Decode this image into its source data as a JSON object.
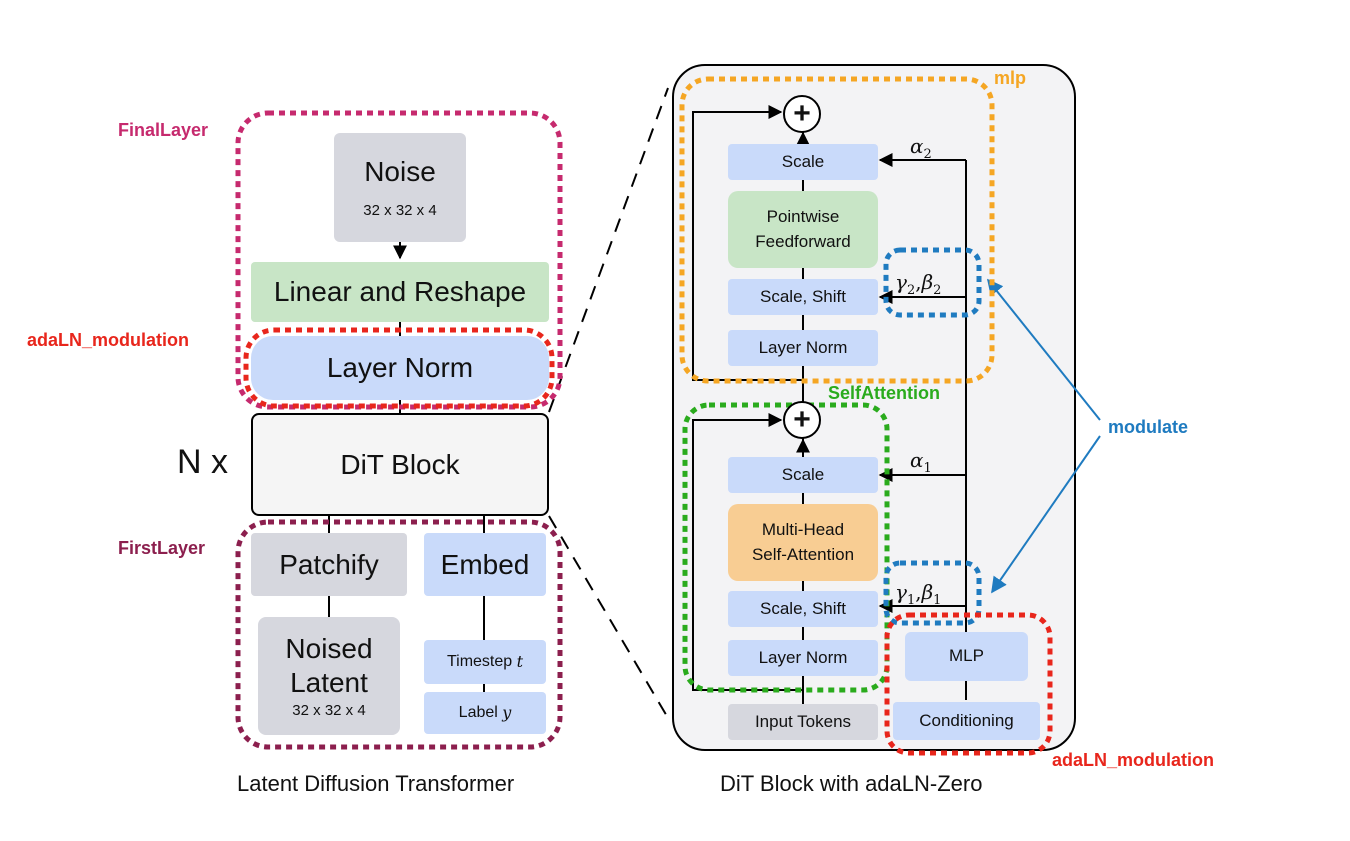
{
  "colors": {
    "final_layer": "#c62a6e",
    "first_layer": "#8c1f4e",
    "adaln": "#e8261c",
    "mlp": "#f5a623",
    "self_attention": "#2aab1d",
    "modulate": "#1f7bc0",
    "box_gray": "#d6d7de",
    "box_blue": "#c9dafa",
    "box_green": "#c8e5c6",
    "box_orange": "#f8cd93"
  },
  "left": {
    "final_layer_label": "FinalLayer",
    "adaln_label": "adaLN_modulation",
    "first_layer_label": "FirstLayer",
    "noise": "Noise",
    "noise_dims": "32 x 32 x 4",
    "linear_reshape": "Linear and Reshape",
    "layer_norm": "Layer Norm",
    "n_x": "N x",
    "dit_block": "DiT Block",
    "patchify": "Patchify",
    "embed": "Embed",
    "noised": "Noised",
    "latent": "Latent",
    "latent_dims": "32 x 32 x 4",
    "timestep": "Timestep",
    "timestep_var": "t",
    "label": "Label",
    "label_var": "y",
    "caption": "Latent Diffusion Transformer"
  },
  "right": {
    "mlp_label": "mlp",
    "self_attention_label": "SelfAttention",
    "modulate_label": "modulate",
    "adaln_label": "adaLN_modulation",
    "plus_symbol": "+",
    "scale_top": "Scale",
    "pointwise": "Pointwise",
    "feedforward": "Feedforward",
    "scale_shift_top": "Scale, Shift",
    "layer_norm_top": "Layer Norm",
    "scale_bottom": "Scale",
    "multi_head": "Multi-Head",
    "self_attention": "Self-Attention",
    "scale_shift_bottom": "Scale, Shift",
    "layer_norm_bottom": "Layer Norm",
    "input_tokens": "Input Tokens",
    "mlp_box": "MLP",
    "conditioning": "Conditioning",
    "alpha2": "α",
    "alpha2_sub": "2",
    "alpha1": "α",
    "alpha1_sub": "1",
    "gb2_gamma": "γ",
    "gb2_gamma_sub": "2",
    "gb2_beta": "β",
    "gb2_beta_sub": "2",
    "gb1_gamma": "γ",
    "gb1_gamma_sub": "1",
    "gb1_beta": "β",
    "gb1_beta_sub": "1",
    "caption": "DiT Block with adaLN-Zero"
  }
}
